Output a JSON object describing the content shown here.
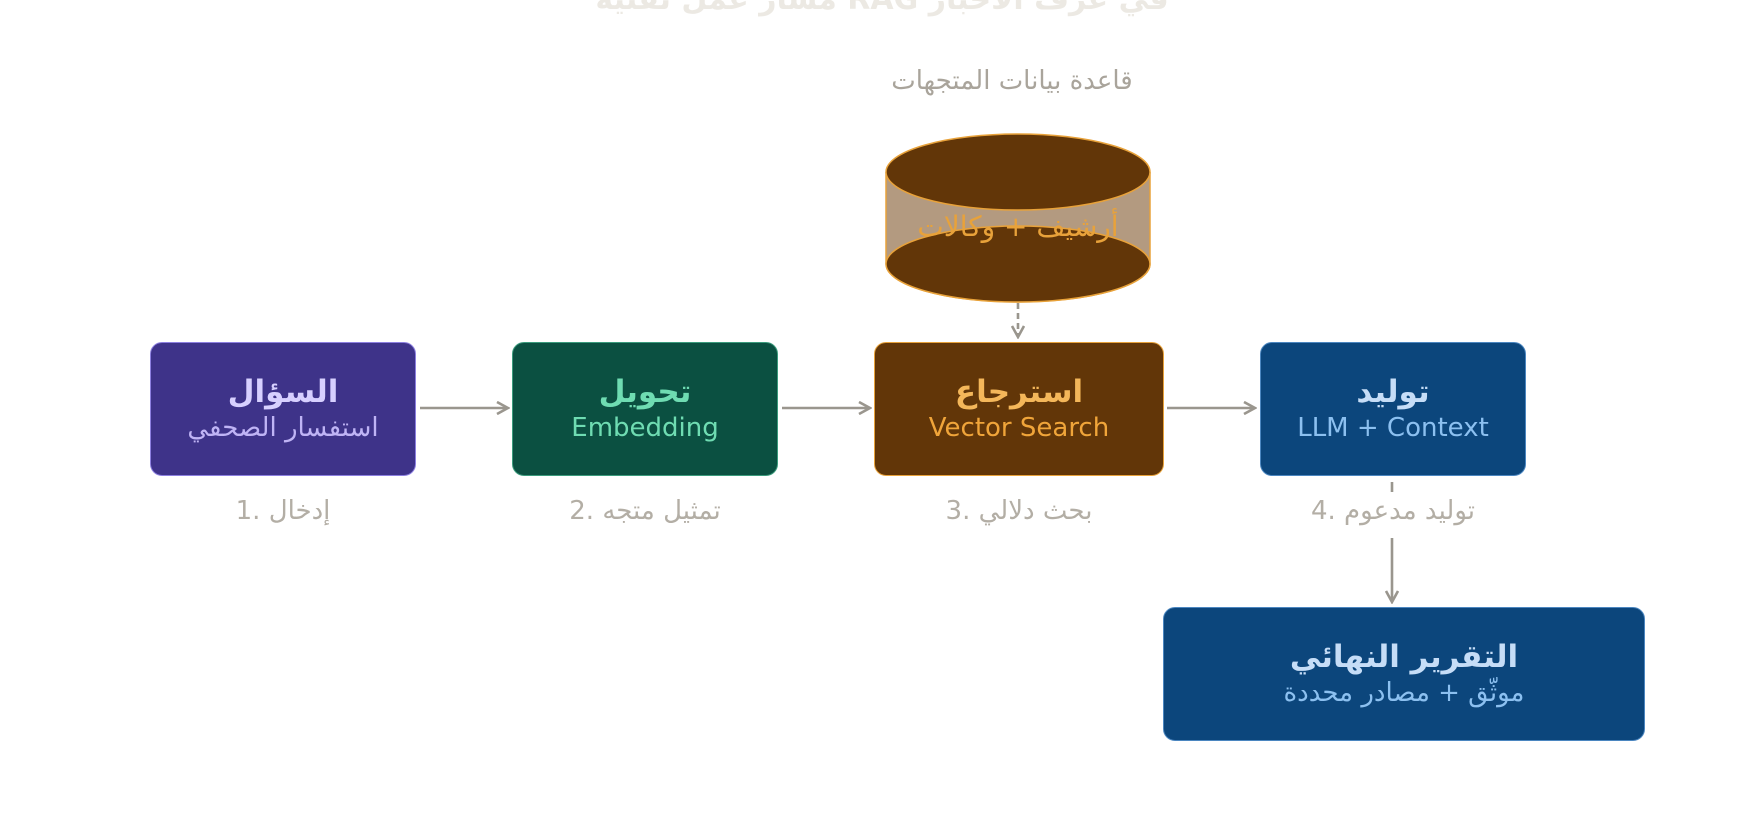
{
  "title": "مسار عمل تقنية RAG في غرف الأخبار",
  "database": {
    "label": "قاعدة بيانات المتجهات",
    "contents": "أرشيف + وكالات"
  },
  "steps": [
    {
      "title": "السؤال",
      "subtitle": "استفسار الصحفي",
      "caption": "1. إدخال"
    },
    {
      "title": "تحويل",
      "subtitle": "Embedding",
      "caption": "2. تمثيل متجه"
    },
    {
      "title": "استرجاع",
      "subtitle": "Vector Search",
      "caption": "3. بحث دلالي"
    },
    {
      "title": "توليد",
      "subtitle": "LLM + Context",
      "caption": "4. توليد مدعوم"
    }
  ],
  "output": {
    "title": "التقرير النهائي",
    "subtitle": "موثّق + مصادر محددة"
  },
  "colors": {
    "purple": "#3e3389",
    "green": "#0b5041",
    "brown": "#623608",
    "blue": "#0c467c",
    "arrow": "#9a968e",
    "orange": "#e8a23a"
  }
}
